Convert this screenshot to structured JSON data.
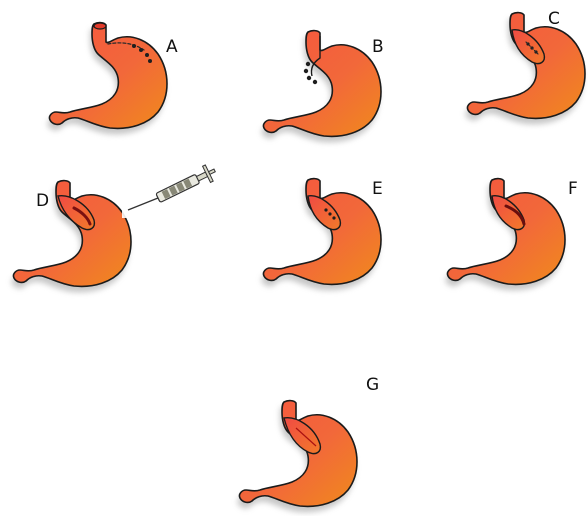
{
  "figure": {
    "panels": [
      {
        "id": "A",
        "label": "A",
        "variant": "sutures-fundus"
      },
      {
        "id": "B",
        "label": "B",
        "variant": "sutures-cardia"
      },
      {
        "id": "C",
        "label": "C",
        "variant": "wrap-sutured"
      },
      {
        "id": "D",
        "label": "D",
        "variant": "wrap-injection"
      },
      {
        "id": "E",
        "label": "E",
        "variant": "wrap-sutured"
      },
      {
        "id": "F",
        "label": "F",
        "variant": "wrap-open"
      },
      {
        "id": "G",
        "label": "G",
        "variant": "wrap-complete"
      }
    ]
  },
  "colors": {
    "stomach_light": "#f25a4a",
    "stomach_dark": "#f08a1c",
    "outline": "#1b1b1b",
    "shadow": "#9a9a9a",
    "background": "#ffffff"
  },
  "icons": [
    "stomach-illustration",
    "syringe-icon",
    "suture-knot-icon"
  ]
}
